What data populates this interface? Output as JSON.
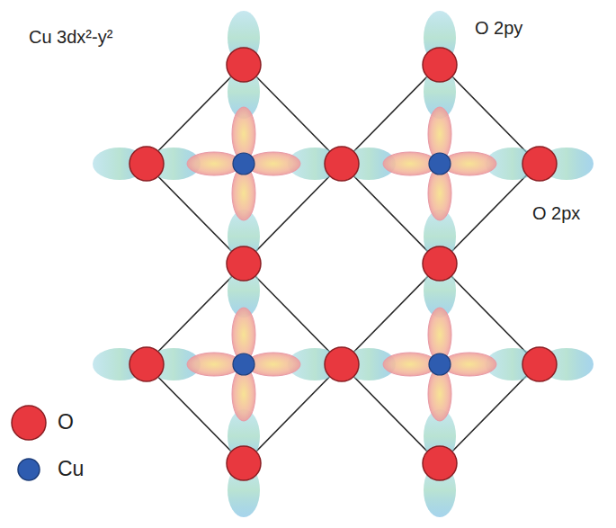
{
  "diagram": {
    "labels": [
      "Cu 3dx²-y²",
      "O 2py",
      "O 2px"
    ],
    "legend": [
      {
        "text": "O",
        "color": "#e8383f"
      },
      {
        "text": "Cu",
        "color": "#2e5cb0"
      }
    ]
  }
}
